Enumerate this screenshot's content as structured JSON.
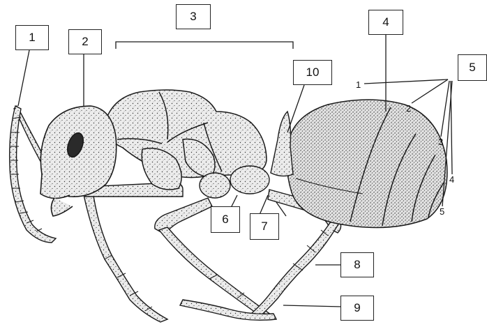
{
  "labels": {
    "l1": "1",
    "l2": "2",
    "l3": "3",
    "l4": "4",
    "l5": "5",
    "l6": "6",
    "l7": "7",
    "l8": "8",
    "l9": "9",
    "l10": "10"
  },
  "gaster_segments": [
    "1",
    "2",
    "3",
    "4",
    "5"
  ],
  "colors": {
    "ink": "#1a1a1a",
    "body_fill": "#e9e9e9",
    "dots": "#3a3a3a",
    "background": "#ffffff"
  }
}
